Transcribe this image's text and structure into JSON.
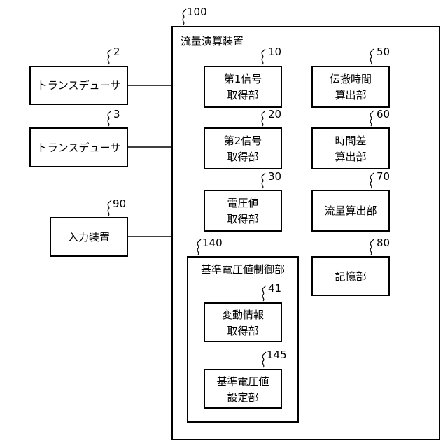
{
  "outer": {
    "ref": "100",
    "title": "流量演算装置"
  },
  "transducer_1": {
    "ref": "2",
    "label": "トランスデューサ"
  },
  "transducer_2": {
    "ref": "3",
    "label": "トランスデューサ"
  },
  "input_device": {
    "ref": "90",
    "label": "入力装置"
  },
  "first_signal": {
    "ref": "10",
    "lines": [
      "第1信号",
      "取得部"
    ]
  },
  "second_signal": {
    "ref": "20",
    "lines": [
      "第2信号",
      "取得部"
    ]
  },
  "voltage": {
    "ref": "30",
    "lines": [
      "電圧値",
      "取得部"
    ]
  },
  "ref_control": {
    "ref": "140",
    "title": "基準電圧値制御部"
  },
  "variation": {
    "ref": "41",
    "lines": [
      "変動情報",
      "取得部"
    ]
  },
  "ref_setting": {
    "ref": "145",
    "lines": [
      "基準電圧値",
      "設定部"
    ]
  },
  "propagation": {
    "ref": "50",
    "lines": [
      "伝搬時間",
      "算出部"
    ]
  },
  "time_diff": {
    "ref": "60",
    "lines": [
      "時間差",
      "算出部"
    ]
  },
  "flow_calc": {
    "ref": "70",
    "lines": [
      "流量算出部"
    ]
  },
  "memory": {
    "ref": "80",
    "lines": [
      "記憶部"
    ]
  }
}
